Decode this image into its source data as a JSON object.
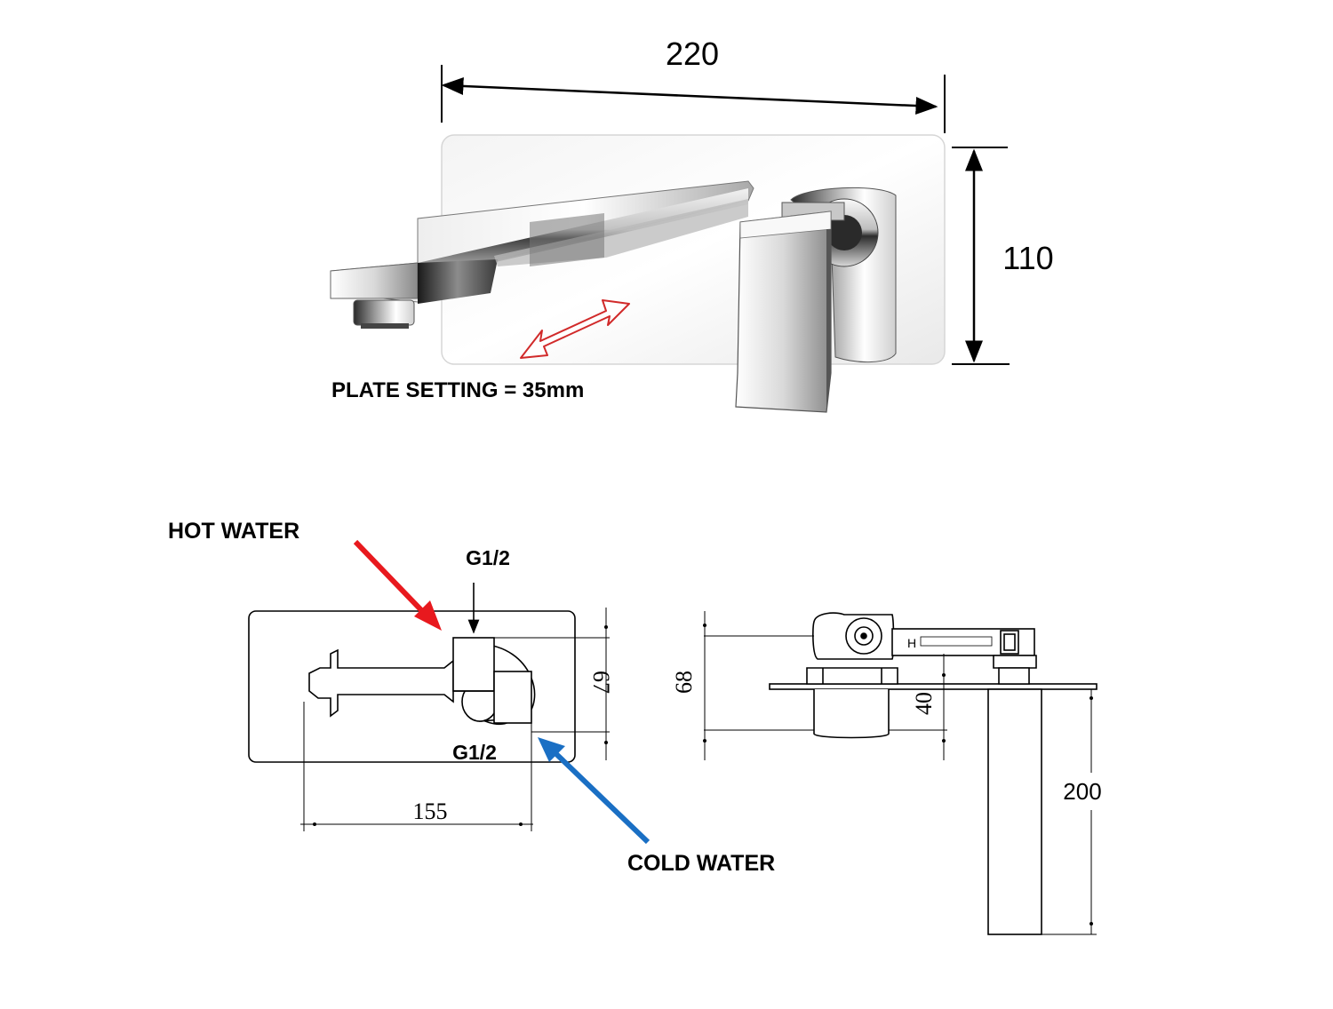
{
  "product_photo": {
    "width_label": "220",
    "height_label": "110",
    "plate_setting_label": "PLATE SETTING = 35mm"
  },
  "front_view": {
    "hot_label": "HOT WATER",
    "inlet_top_label": "G1/2",
    "inlet_bottom_label": "G1/2",
    "cold_label": "COLD WATER",
    "height_dim": "67",
    "width_dim": "155"
  },
  "side_view": {
    "dim_68": "68",
    "dim_40": "40",
    "dim_200": "200",
    "body_marking": "H"
  },
  "colors": {
    "hot": "#e8191e",
    "cold": "#1a6fc4",
    "plate_setting_arrow": "#d12a2a",
    "line": "#000000"
  }
}
